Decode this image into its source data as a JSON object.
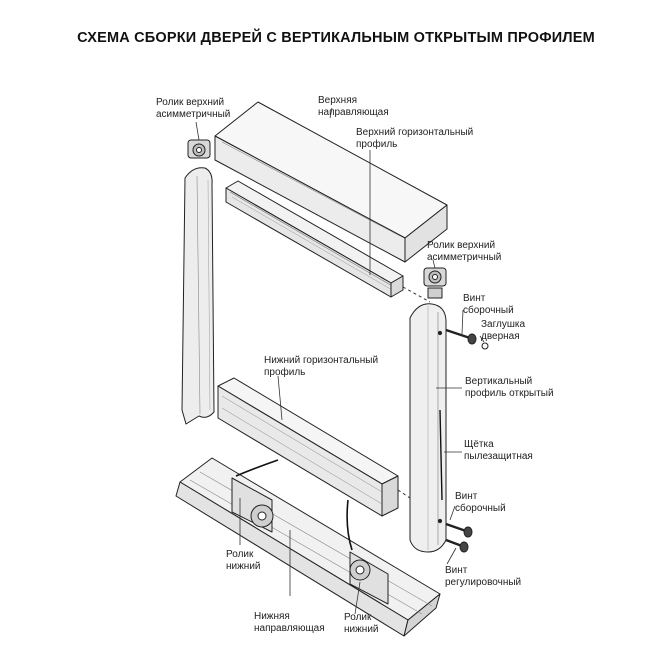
{
  "title": "СХЕМА СБОРКИ ДВЕРЕЙ С ВЕРТИКАЛЬНЫМ ОТКРЫТЫМ ПРОФИЛЕМ",
  "labels": {
    "top_roller_left": [
      "Ролик верхний",
      "асимметричный"
    ],
    "top_rail": [
      "Верхняя",
      "направляющая"
    ],
    "top_horizontal_profile": [
      "Верхний горизонтальный",
      "профиль"
    ],
    "top_roller_right": [
      "Ролик верхний",
      "асимметричный"
    ],
    "assembly_screw_top": [
      "Винт",
      "сборочный"
    ],
    "door_plug": [
      "Заглушка",
      "дверная"
    ],
    "bottom_horizontal_profile": [
      "Нижний горизонтальный",
      "профиль"
    ],
    "vertical_open_profile": [
      "Вертикальный",
      "профиль открытый"
    ],
    "dust_brush": [
      "Щётка",
      "пылезащитная"
    ],
    "assembly_screw_bottom": [
      "Винт",
      "сборочный"
    ],
    "adjusting_screw": [
      "Винт",
      "регулировочный"
    ],
    "bottom_roller_left": [
      "Ролик",
      "нижний"
    ],
    "bottom_rail": [
      "Нижняя",
      "направляющая"
    ],
    "bottom_roller_right": [
      "Ролик",
      "нижний"
    ]
  }
}
